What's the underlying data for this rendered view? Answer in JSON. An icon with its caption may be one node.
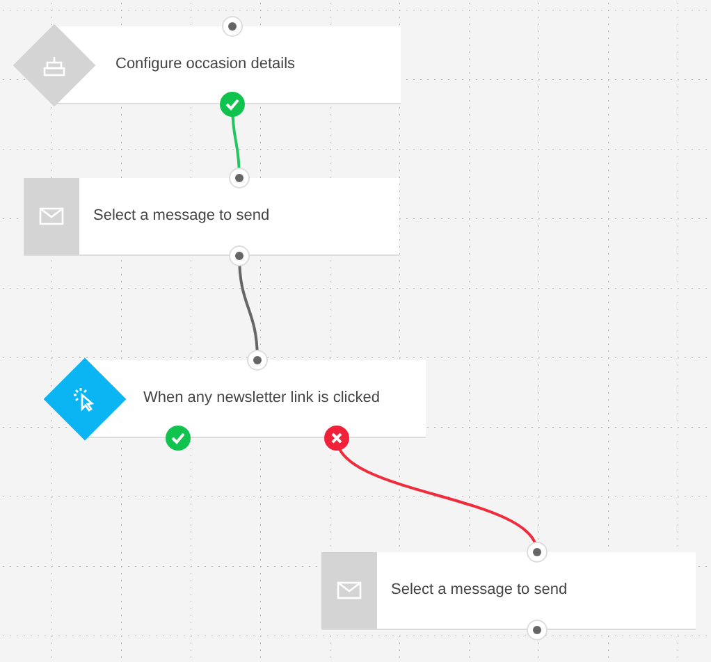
{
  "diagram": {
    "nodes": [
      {
        "text": [
          "Configure occasion details"
        ]
      },
      {
        "text": [
          "Select a message to send"
        ]
      },
      {
        "text": [
          "When any newsletter link is clicked"
        ]
      },
      {
        "text": [
          "Select a message to send"
        ]
      }
    ],
    "edges": [
      {
        "from": 0,
        "to": 1,
        "arrow": "none",
        "color": "#22c55e"
      },
      {
        "from": 1,
        "to": 2,
        "arrow": "other",
        "color": "#666666"
      },
      {
        "from": 2,
        "to": 3,
        "arrow": "none",
        "color": "#ef2b3c"
      }
    ]
  }
}
